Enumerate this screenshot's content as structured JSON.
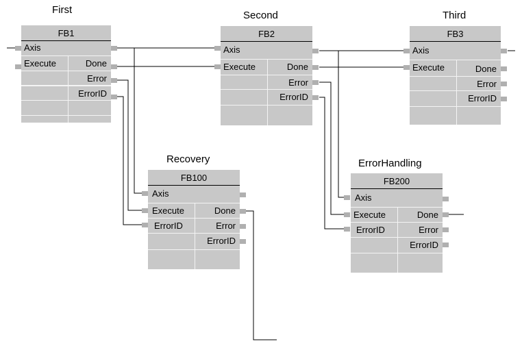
{
  "blocks": {
    "fb1": {
      "instance": "First",
      "type": "FB1",
      "inputs": [
        "Axis",
        "Execute"
      ],
      "outputs": [
        "Done",
        "Error",
        "ErrorID"
      ]
    },
    "fb2": {
      "instance": "Second",
      "type": "FB2",
      "inputs": [
        "Axis",
        "Execute"
      ],
      "outputs": [
        "Done",
        "Error",
        "ErrorID"
      ]
    },
    "fb3": {
      "instance": "Third",
      "type": "FB3",
      "inputs": [
        "Axis",
        "Execute"
      ],
      "outputs": [
        "Done",
        "Error",
        "ErrorID"
      ]
    },
    "fb100": {
      "instance": "Recovery",
      "type": "FB100",
      "inputs": [
        "Axis",
        "Execute",
        "ErrorID"
      ],
      "outputs": [
        "Done",
        "Error",
        "ErrorID"
      ]
    },
    "fb200": {
      "instance": "ErrorHandling",
      "type": "FB200",
      "inputs": [
        "Axis",
        "Execute",
        "ErrorID"
      ],
      "outputs": [
        "Done",
        "Error",
        "ErrorID"
      ]
    }
  },
  "colors": {
    "block": "#c8c8c8",
    "pin": "#b0b0b0",
    "wire": "#000000",
    "row_line": "#f4f4f4"
  }
}
